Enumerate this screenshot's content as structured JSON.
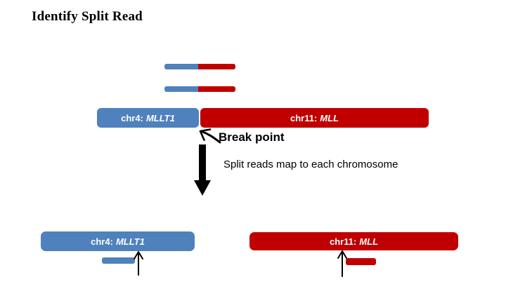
{
  "title": "Identify Split Read",
  "colors": {
    "chr4_blue": "#4f81bd",
    "chr11_red": "#c00000",
    "text_dark": "#000000",
    "bar_text": "#ffffff"
  },
  "fusion_bar": {
    "left": {
      "prefix": "chr4:",
      "gene": "MLLT1"
    },
    "right": {
      "prefix": "chr11:",
      "gene": "MLL"
    }
  },
  "annotations": {
    "break_point_label": "Break point",
    "split_caption": "Split reads map to each chromosome"
  },
  "bottom": {
    "left_bar": {
      "prefix": "chr4:",
      "gene": "MLLT1"
    },
    "right_bar": {
      "prefix": "chr11:",
      "gene": "MLL"
    }
  },
  "icons": {
    "break_point_arrow": "arrow-pointing-up-left-to-breakpoint",
    "flow_down_arrow": "thick-downward-flow-arrow",
    "chr4_breakpoint_arrow": "thin-up-arrow-at-read-end",
    "chr11_breakpoint_arrow": "thin-up-arrow-at-read-start"
  }
}
